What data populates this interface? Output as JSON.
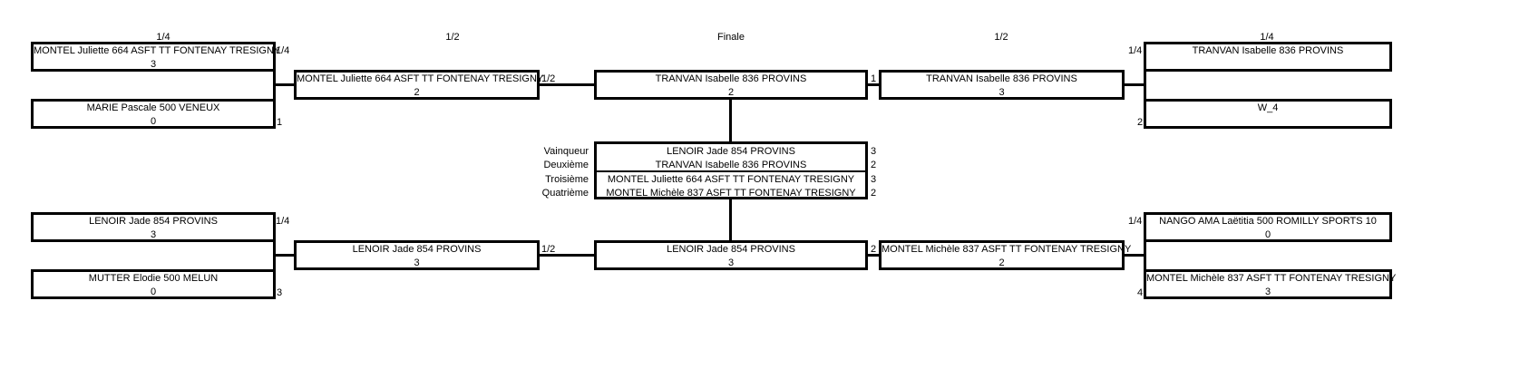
{
  "headers": {
    "q_left": "1/4",
    "s_left": "1/2",
    "final": "Finale",
    "s_right": "1/2",
    "q_right": "1/4"
  },
  "matches": {
    "q1_top": {
      "name": "MONTEL Juliette 664 ASFT TT FONTENAY TRESIGNY",
      "score": "3",
      "side": "1/4"
    },
    "q1_bot": {
      "name": "MARIE Pascale 500 VENEUX",
      "score": "0",
      "side": "1"
    },
    "q2_top": {
      "name": "LENOIR Jade 854 PROVINS",
      "score": "3",
      "side": "1/4"
    },
    "q2_bot": {
      "name": "MUTTER Elodie 500 MELUN",
      "score": "0",
      "side": "3"
    },
    "s1": {
      "name": "MONTEL Juliette 664 ASFT TT FONTENAY TRESIGNY",
      "score": "2",
      "side": "1/2"
    },
    "s2": {
      "name": "LENOIR Jade 854 PROVINS",
      "score": "3",
      "side": "1/2"
    },
    "f_top": {
      "name": "TRANVAN Isabelle 836 PROVINS",
      "score": "2",
      "side": "1"
    },
    "f_bot": {
      "name": "LENOIR Jade 854 PROVINS",
      "score": "3",
      "side": "2"
    },
    "s3": {
      "name": "TRANVAN Isabelle 836 PROVINS",
      "score": "3"
    },
    "s4": {
      "name": "MONTEL Michèle 837 ASFT TT FONTENAY TRESIGNY",
      "score": "2"
    },
    "q3_top": {
      "name": "TRANVAN Isabelle 836 PROVINS",
      "score": "",
      "side": "1/4"
    },
    "q3_bot": {
      "name": "W_4",
      "score": "",
      "side": "2"
    },
    "q4_top": {
      "name": "NANGO AMA Laëtitia 500 ROMILLY SPORTS 10",
      "score": "0",
      "side": "1/4"
    },
    "q4_bot": {
      "name": "MONTEL Michèle 837 ASFT TT FONTENAY TRESIGNY",
      "score": "3",
      "side": "4"
    }
  },
  "podium": [
    {
      "place": "Vainqueur",
      "name": "LENOIR Jade 854 PROVINS",
      "score": "3"
    },
    {
      "place": "Deuxième",
      "name": "TRANVAN Isabelle 836 PROVINS",
      "score": "2"
    },
    {
      "place": "Troisième",
      "name": "MONTEL Juliette 664 ASFT TT FONTENAY TRESIGNY",
      "score": "3"
    },
    {
      "place": "Quatrième",
      "name": "MONTEL Michèle 837 ASFT TT FONTENAY TRESIGNY",
      "score": "2"
    }
  ]
}
